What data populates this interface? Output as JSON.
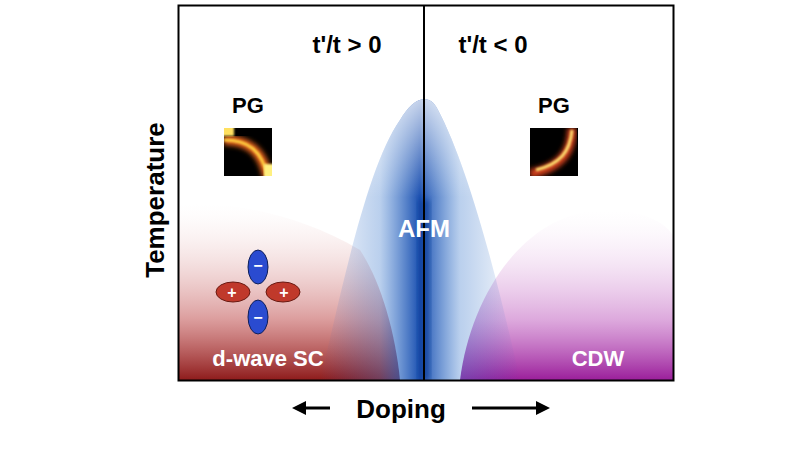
{
  "diagram": {
    "labels": [
      "t'/t > 0",
      "t'/t < 0",
      "PG",
      "PG",
      "AFM",
      "d-wave SC",
      "CDW",
      "Temperature",
      "Doping",
      "+",
      "+",
      "−",
      "−"
    ]
  }
}
